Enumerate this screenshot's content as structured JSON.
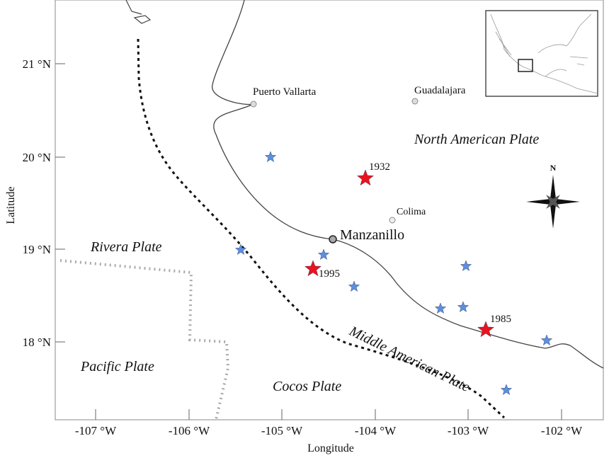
{
  "axes": {
    "xlabel": "Longitude",
    "ylabel": "Latitude",
    "xticks": [
      "-107 °W",
      "-106 °W",
      "-105 °W",
      "-104 °W",
      "-103 °W",
      "-102 °W"
    ],
    "yticks": [
      "21 °N",
      "20 °N",
      "19 °N",
      "18 °N"
    ]
  },
  "plates": {
    "north_american": "North American Plate",
    "rivera": "Rivera Plate",
    "pacific": "Pacific Plate",
    "cocos": "Cocos Plate",
    "middle_american": "Middle American Plate"
  },
  "cities": {
    "puerto_vallarta": "Puerto Vallarta",
    "guadalajara": "Guadalajara",
    "colima": "Colima",
    "manzanillo": "Manzanillo"
  },
  "earthquakes": {
    "e1932": "1932",
    "e1995": "1995",
    "e1985": "1985"
  },
  "compass": {
    "north": "N"
  },
  "colors": {
    "major_quake": "#e8141e",
    "minor_quake": "#5b8fe0",
    "trench": "#111111",
    "coast": "#444444"
  }
}
